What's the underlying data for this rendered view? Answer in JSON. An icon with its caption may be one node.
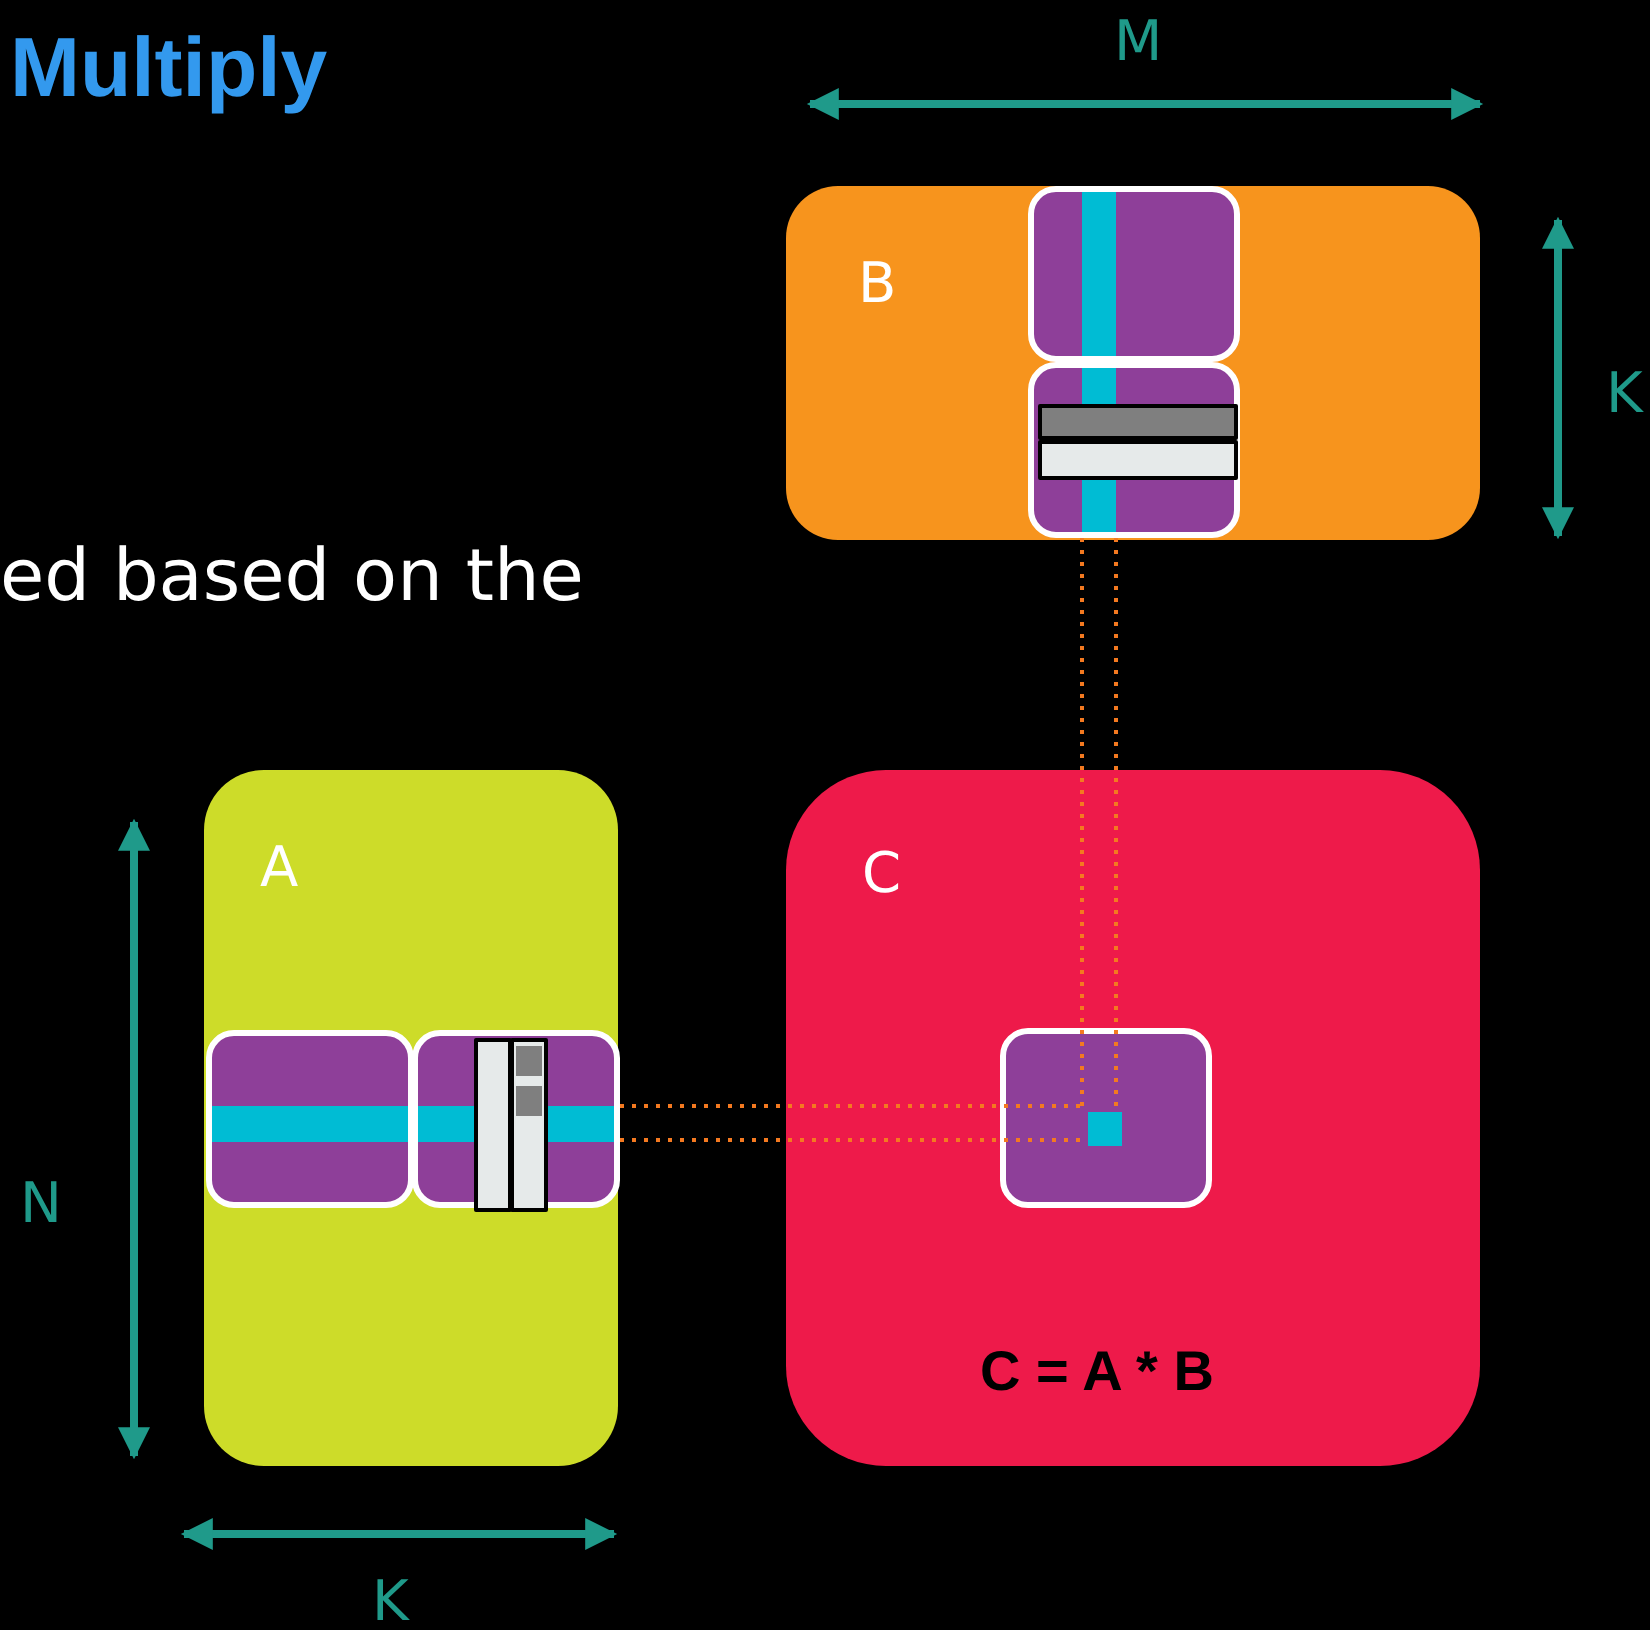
{
  "diagram": {
    "nodes": [
      {
        "text": [
          "B"
        ]
      },
      {
        "text": [],
        "shape": "box",
        "in": 0
      },
      {
        "text": [],
        "shape": "box",
        "in": 0
      },
      {
        "text": [],
        "shape": "bar",
        "in": 2
      },
      {
        "text": [],
        "shape": "bar",
        "in": 2
      },
      {
        "text": [
          "A"
        ]
      },
      {
        "text": [],
        "shape": "box",
        "in": 5
      },
      {
        "text": [],
        "shape": "box",
        "in": 5
      },
      {
        "text": [],
        "shape": "bar",
        "in": 7
      },
      {
        "text": [],
        "shape": "bar",
        "in": 7
      },
      {
        "text": [
          "C",
          "C = A * B"
        ]
      },
      {
        "text": [],
        "shape": "box",
        "in": 10
      },
      {
        "text": [],
        "shape": "box",
        "in": 11
      }
    ],
    "edges": [
      {
        "from": 7,
        "to": 12,
        "arrow": "none",
        "style": "dashed"
      },
      {
        "from": 7,
        "to": 12,
        "arrow": "none",
        "style": "dashed"
      },
      {
        "from": 2,
        "to": 12,
        "arrow": "none",
        "style": "dashed"
      },
      {
        "from": 2,
        "to": 12,
        "arrow": "none",
        "style": "dashed"
      }
    ],
    "labels": [
      "Multiply",
      "M",
      "K",
      "ed based on the",
      "N",
      "K"
    ]
  }
}
